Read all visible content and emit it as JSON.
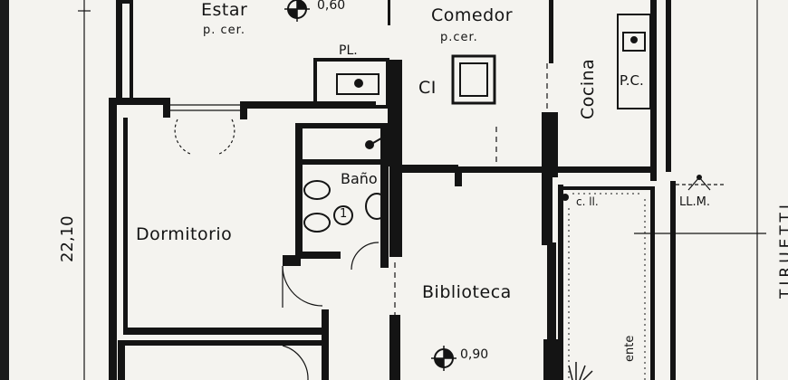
{
  "rooms": {
    "estar": "Estar",
    "estar_note": "p. cer.",
    "comedor": "Comedor",
    "comedor_note": "p.cer.",
    "cocina": "Cocina",
    "bano": "Baño",
    "dormitorio": "Dormitorio",
    "biblioteca": "Biblioteca"
  },
  "fixtures": {
    "pl": "PL.",
    "ci": "CI",
    "pc": "P.C.",
    "cll": "c. ll.",
    "lm": "LL.M.",
    "bano_number": "1"
  },
  "levels": {
    "estar_level": "0,60",
    "biblioteca_level": "0,90"
  },
  "dimensions": {
    "width_total": "22,10"
  },
  "edge_text": {
    "street": "TIRUETTI",
    "patio_fragment": "ente"
  },
  "colors": {
    "paper": "#f4f3ef",
    "ink": "#141414",
    "dark_margin": "#1a1a1a"
  }
}
